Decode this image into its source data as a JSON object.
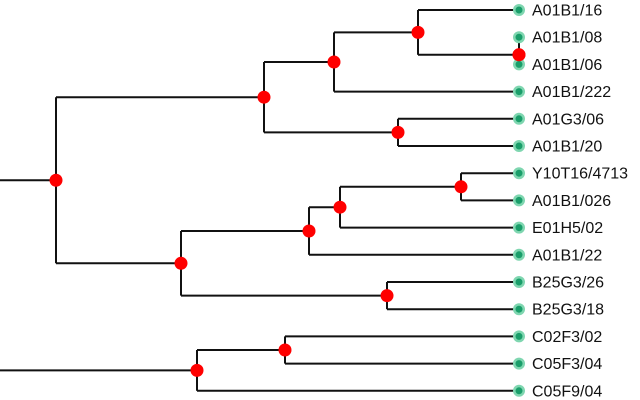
{
  "tree": {
    "colors": {
      "edge": "#111111",
      "internal_node": "#ff0000",
      "leaf_outer": "#7fd6b0",
      "leaf_inner": "#1a9e6a"
    },
    "leaves": [
      {
        "id": "l0",
        "label": "A01B1/16"
      },
      {
        "id": "l1",
        "label": "A01B1/08"
      },
      {
        "id": "l2",
        "label": "A01B1/06"
      },
      {
        "id": "l3",
        "label": "A01B1/222"
      },
      {
        "id": "l4",
        "label": "A01G3/06"
      },
      {
        "id": "l5",
        "label": "A01B1/20"
      },
      {
        "id": "l6",
        "label": "Y10T16/4713"
      },
      {
        "id": "l7",
        "label": "A01B1/026"
      },
      {
        "id": "l8",
        "label": "E01H5/02"
      },
      {
        "id": "l9",
        "label": "A01B1/22"
      },
      {
        "id": "l10",
        "label": "B25G3/26"
      },
      {
        "id": "l11",
        "label": "B25G3/18"
      },
      {
        "id": "l12",
        "label": "C02F3/02"
      },
      {
        "id": "l13",
        "label": "C05F3/04"
      },
      {
        "id": "l14",
        "label": "C05F9/04"
      }
    ],
    "clusters": [
      {
        "id": "n1",
        "children": [
          "l1",
          "l2"
        ]
      },
      {
        "id": "n2",
        "children": [
          "l0",
          "n1"
        ]
      },
      {
        "id": "n3",
        "children": [
          "n2",
          "l3"
        ]
      },
      {
        "id": "n4",
        "children": [
          "l4",
          "l5"
        ]
      },
      {
        "id": "n5",
        "children": [
          "n3",
          "n4"
        ]
      },
      {
        "id": "n6",
        "children": [
          "l6",
          "l7"
        ]
      },
      {
        "id": "n7",
        "children": [
          "n6",
          "l8"
        ]
      },
      {
        "id": "n8",
        "children": [
          "n7",
          "l9"
        ]
      },
      {
        "id": "n9",
        "children": [
          "l10",
          "l11"
        ]
      },
      {
        "id": "n10",
        "children": [
          "n8",
          "n9"
        ]
      },
      {
        "id": "n11",
        "children": [
          "n5",
          "n10"
        ]
      },
      {
        "id": "n12",
        "children": [
          "l12",
          "l13"
        ]
      },
      {
        "id": "n13",
        "children": [
          "n12",
          "l14"
        ]
      }
    ]
  }
}
